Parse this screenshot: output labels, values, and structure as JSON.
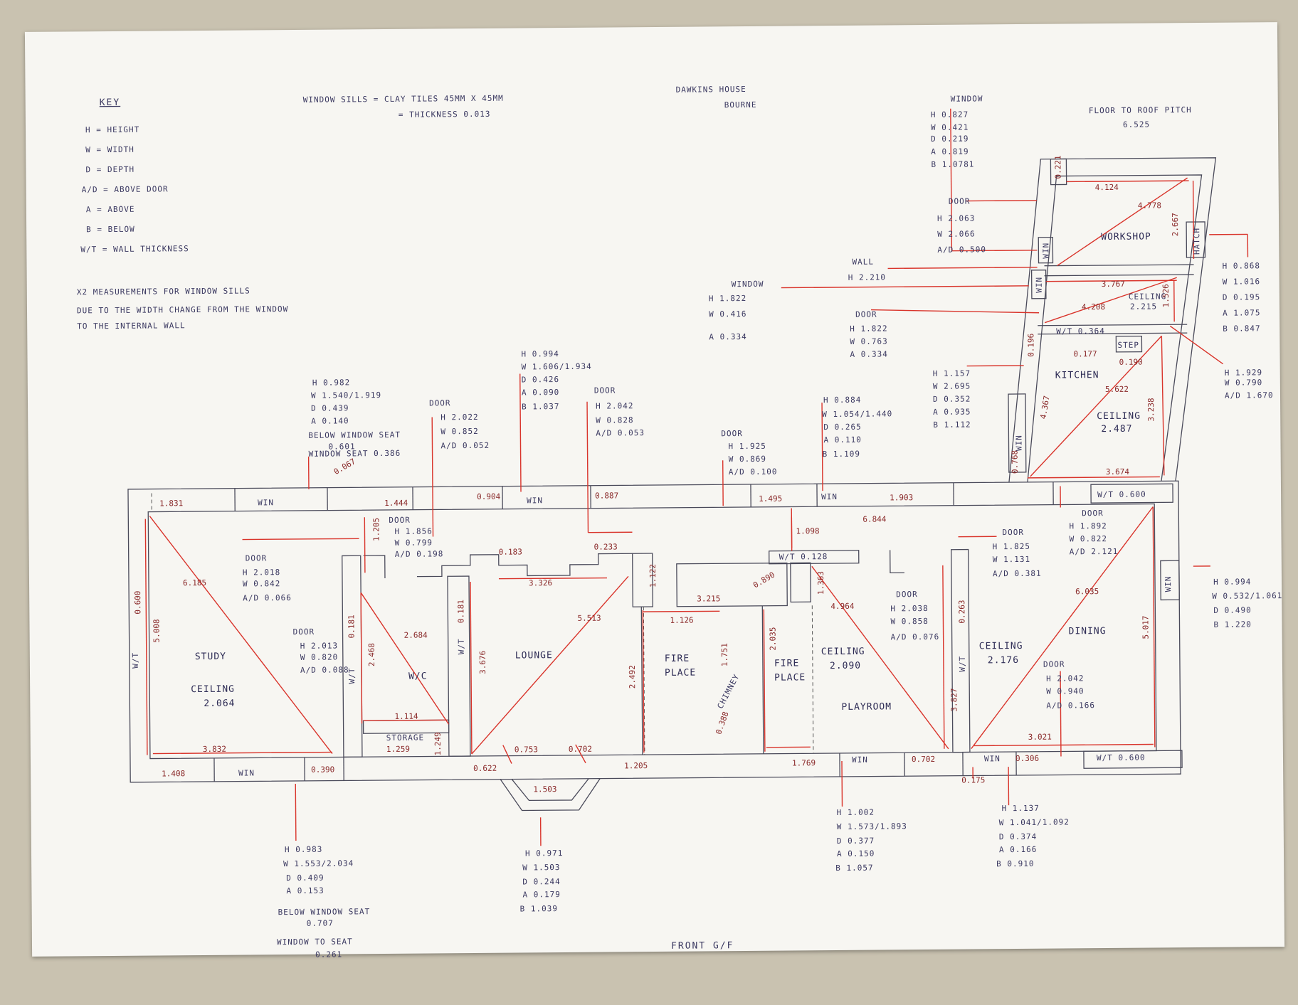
{
  "header": {
    "key_title": "KEY",
    "key_items": [
      "H = HEIGHT",
      "W = WIDTH",
      "D = DEPTH",
      "A/D = ABOVE DOOR",
      "A = ABOVE",
      "B = BELOW",
      "W/T = WALL THICKNESS"
    ],
    "note_lines": [
      "X2 MEASUREMENTS FOR WINDOW SILLS",
      "DUE TO THE WIDTH CHANGE FROM THE WINDOW",
      "TO THE INTERNAL WALL"
    ],
    "sills_line1": "WINDOW SILLS = CLAY TILES 45MM X 45MM",
    "sills_line2": "= THICKNESS 0.013",
    "title1": "DAWKINS HOUSE",
    "title2": "BOURNE",
    "pitch_label": "FLOOR TO ROOF PITCH",
    "pitch_value": "6.525",
    "footer": "FRONT G/F"
  },
  "rooms": {
    "study": "STUDY",
    "study_ceiling": "CEILING",
    "study_ceiling_val": "2.064",
    "wc": "W/C",
    "storage": "STORAGE",
    "lounge": "LOUNGE",
    "fire1": "FIRE",
    "fire1b": "PLACE",
    "fire2": "FIRE",
    "fire2b": "PLACE",
    "chimney": "CHIMNEY",
    "play_ceiling": "CEILING",
    "play_ceiling_val": "2.090",
    "playroom": "PLAYROOM",
    "din_ceiling": "CEILING",
    "din_ceiling_val": "2.176",
    "dining": "DINING",
    "kitchen": "KITCHEN",
    "kit_ceiling": "CEILING",
    "kit_ceiling_val": "2.487",
    "workshop": "WORKSHOP",
    "ws_ceiling": "CEILING",
    "ws_ceiling_val": "2.215",
    "step": "STEP",
    "hatch": "HATCH"
  },
  "windows": {
    "win": "WIN",
    "wt_label": "W/T"
  },
  "dims": {
    "d1831": "1.831",
    "d1444": "1.444",
    "d0904": "0.904",
    "d0887": "0.887",
    "d1495": "1.495",
    "d1903": "1.903",
    "d6844": "6.844",
    "d1098": "1.098",
    "wt0128": "W/T 0.128",
    "d1205": "1.205",
    "d0183": "0.183",
    "d0233": "0.233",
    "d3326": "3.326",
    "d1122": "1.122",
    "d3215": "3.215",
    "d0890": "0.890",
    "d1126": "1.126",
    "d1751": "1.751",
    "d0388": "0.388",
    "d2035": "2.035",
    "d1363": "1.363",
    "d4964": "4.964",
    "d6185": "6.185",
    "d5008": "5.008",
    "d0600a": "0.600",
    "d0181a": "0.181",
    "d2468": "2.468",
    "d2684": "2.684",
    "d0181b": "0.181",
    "d3676": "3.676",
    "d5513": "5.513",
    "d2492": "2.492",
    "d1114": "1.114",
    "d1259": "1.259",
    "d1249": "1.249",
    "d3832": "3.832",
    "d1408": "1.408",
    "d0390": "0.390",
    "d0622": "0.622",
    "d0753": "0.753",
    "d0702a": "0.702",
    "d1205b": "1.205",
    "d1503": "1.503",
    "d1769": "1.769",
    "d0702b": "0.702",
    "d0175": "0.175",
    "d0306": "0.306",
    "wt0600a": "W/T 0.600",
    "d3021": "3.021",
    "d0263": "0.263",
    "d3827": "3.827",
    "d6035": "6.035",
    "d5017": "5.017",
    "wt0600b": "W/T 0.600",
    "d3674": "3.674",
    "d0768": "0.768",
    "d3767": "3.767",
    "d4208": "4.208",
    "wt0364": "W/T 0.364",
    "d0177": "0.177",
    "d0190": "0.190",
    "d0196": "0.196",
    "d4367": "4.367",
    "d5622": "5.622",
    "d3238": "3.238",
    "d4124": "4.124",
    "d4778": "4.778",
    "d2667": "2.667",
    "d1526": "1.526",
    "d0221": "0.221",
    "d0067": "0.067"
  },
  "annotations": {
    "a1": [
      "H 0.982",
      "W 1.540/1.919",
      "D 0.439",
      "A 0.140",
      "BELOW WINDOW SEAT",
      "0.601",
      "WINDOW SEAT 0.386"
    ],
    "a2": [
      "DOOR",
      "H 2.022",
      "W 0.852",
      "A/D 0.052"
    ],
    "a3": [
      "H 0.994",
      "W 1.606/1.934",
      "D 0.426",
      "A 0.090",
      "B 1.037"
    ],
    "a4": [
      "DOOR",
      "H 2.042",
      "W 0.828",
      "A/D 0.053"
    ],
    "a5": [
      "DOOR",
      "H 1.925",
      "W 0.869",
      "A/D 0.100"
    ],
    "a6": [
      "H 0.884",
      "W 1.054/1.440",
      "D 0.265",
      "A 0.110",
      "B 1.109"
    ],
    "a7": [
      "DOOR",
      "H 1.856",
      "W 0.799",
      "A/D 0.198"
    ],
    "a8": [
      "DOOR",
      "H 2.018",
      "W 0.842",
      "A/D 0.066"
    ],
    "a9": [
      "DOOR",
      "H 2.013",
      "W 0.820",
      "A/D 0.088"
    ],
    "a10": [
      "DOOR",
      "H 1.825",
      "W 1.131",
      "A/D 0.381"
    ],
    "a11": [
      "DOOR",
      "H 1.892",
      "W 0.822",
      "A/D 2.121"
    ],
    "a12": [
      "DOOR",
      "H 2.038",
      "W 0.858",
      "A/D 0.076"
    ],
    "a13": [
      "DOOR",
      "H 2.042",
      "W 0.940",
      "A/D 0.166"
    ],
    "a14": [
      "H 0.994",
      "W 0.532/1.061",
      "D 0.490",
      "B 1.220"
    ],
    "a15": [
      "H 1.929",
      "W 0.790",
      "A/D 1.670"
    ],
    "a16": [
      "H 0.868",
      "W 1.016",
      "D 0.195",
      "A 1.075",
      "B 0.847"
    ],
    "a17": [
      "WINDOW",
      "H 0.827",
      "W 0.421",
      "D 0.219",
      "A 0.819",
      "B 1.0781"
    ],
    "a18": [
      "DOOR",
      "H 2.063",
      "W 2.066",
      "A/D 0.500"
    ],
    "a19": [
      "WALL",
      "H 2.210"
    ],
    "a20": [
      "WINDOW",
      "H 1.822",
      "W 0.416",
      "A 0.334"
    ],
    "a21": [
      "DOOR",
      "H 1.822",
      "W 0.763",
      "A 0.334"
    ],
    "a22": [
      "H 1.157",
      "W 2.695",
      "D 0.352",
      "A 0.935",
      "B 1.112"
    ],
    "a23": [
      "H 0.983",
      "W 1.553/2.034",
      "D 0.409",
      "A 0.153",
      "BELOW WINDOW SEAT",
      "0.707",
      "WINDOW TO SEAT",
      "0.261"
    ],
    "a24": [
      "H 0.971",
      "W 1.503",
      "D 0.244",
      "A 0.179",
      "B 1.039"
    ],
    "a25": [
      "H 1.002",
      "W 1.573/1.893",
      "D 0.377",
      "A 0.150",
      "B 1.057"
    ],
    "a26": [
      "H 1.137",
      "W 1.041/1.092",
      "D 0.374",
      "A 0.166",
      "B 0.910"
    ]
  }
}
